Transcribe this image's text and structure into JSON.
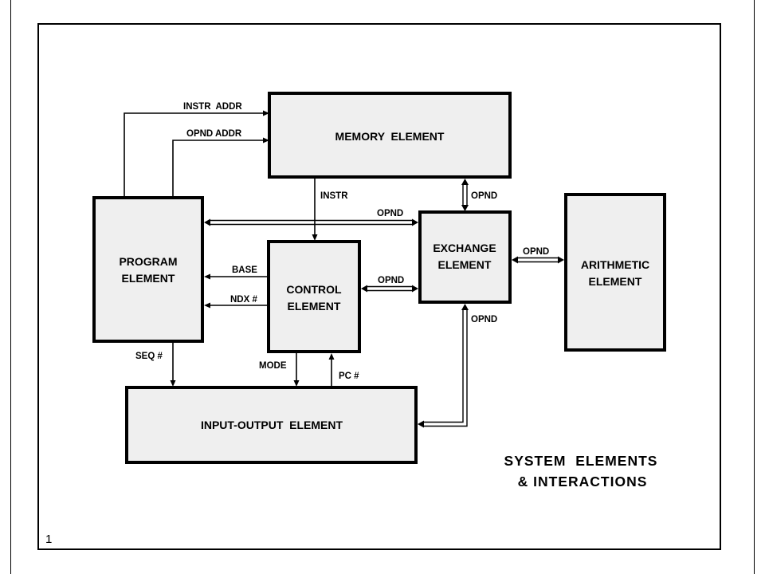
{
  "page_number": "1",
  "caption": {
    "line1": "SYSTEM  ELEMENTS",
    "line2": "& INTERACTIONS"
  },
  "elements": {
    "memory": [
      "MEMORY  ELEMENT"
    ],
    "program": [
      "PROGRAM",
      "ELEMENT"
    ],
    "control": [
      "CONTROL",
      "ELEMENT"
    ],
    "exchange": [
      "EXCHANGE",
      "ELEMENT"
    ],
    "arithmetic": [
      "ARITHMETIC",
      "ELEMENT"
    ],
    "io": [
      "INPUT-OUTPUT  ELEMENT"
    ]
  },
  "connections": {
    "instr_addr": "INSTR  ADDR",
    "opnd_addr": "OPND ADDR",
    "instr": "INSTR",
    "opnd_mem_exchange": "OPND",
    "opnd_program_exchange": "OPND",
    "base": "BASE",
    "ndx": "NDX #",
    "opnd_control_exchange": "OPND",
    "opnd_exchange_arith": "OPND",
    "opnd_exchange_io": "OPND",
    "seq": "SEQ #",
    "mode": "MODE",
    "pc": "PC #"
  }
}
